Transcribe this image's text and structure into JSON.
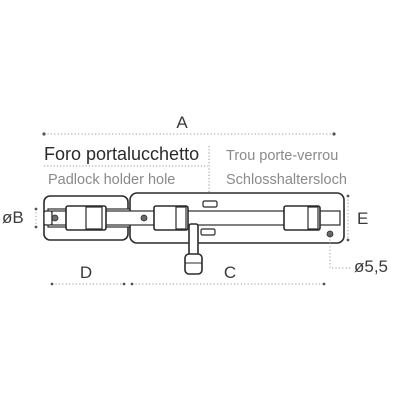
{
  "labels": {
    "primary": "Foro portalucchetto",
    "english": "Padlock holder hole",
    "french": "Trou porte-verrou",
    "german": "Schlosshaltersloch"
  },
  "dimensions": {
    "A": "A",
    "B": "øB",
    "C": "C",
    "D": "D",
    "E": "E",
    "hole": "ø5,5"
  },
  "colors": {
    "outline": "#2b2b2b",
    "dimension": "#9a9a9a",
    "secondary_text": "#8a8a8a"
  }
}
